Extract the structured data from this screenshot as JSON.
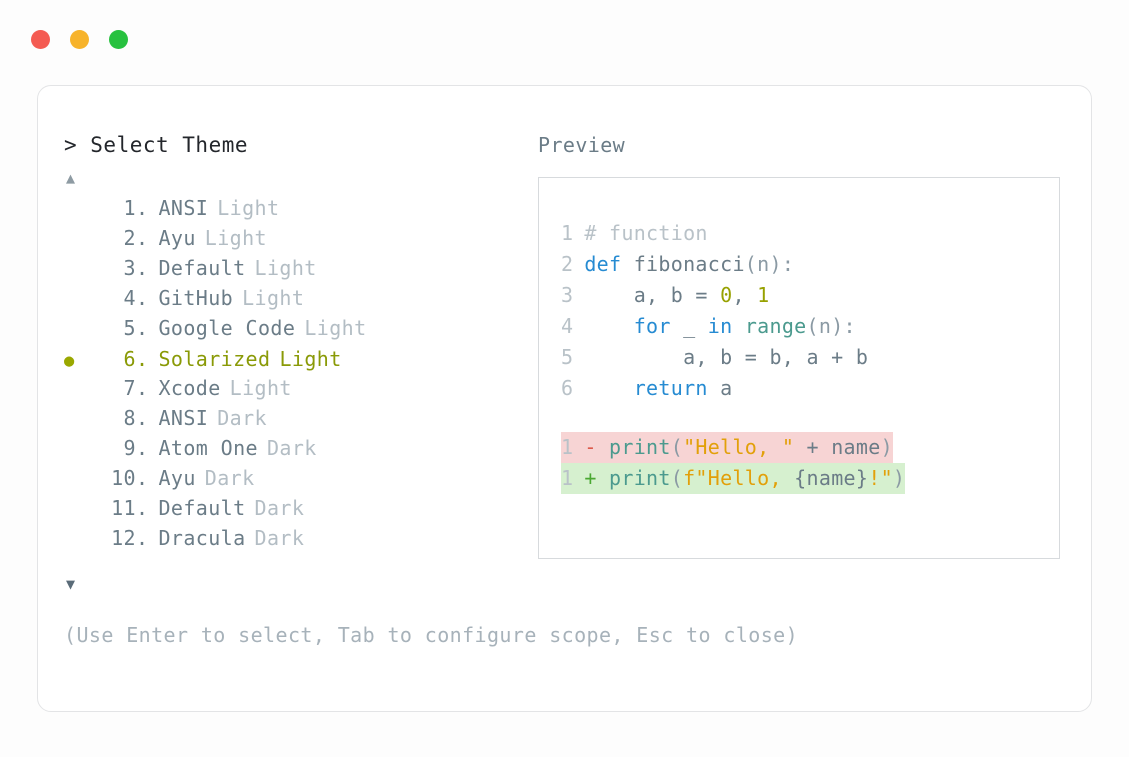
{
  "window": {
    "dots": [
      {
        "name": "close-dot",
        "color": "#f45b52"
      },
      {
        "name": "minimize-dot",
        "color": "#f7b32b"
      },
      {
        "name": "maximize-dot",
        "color": "#27c13f"
      }
    ]
  },
  "left": {
    "prompt": "> Select Theme",
    "scroll_up": "▲",
    "scroll_down": "▼",
    "selected_index": 6,
    "bullet": "●",
    "themes": [
      {
        "num": "1",
        "name": "ANSI",
        "variant": "Light",
        "selected": false
      },
      {
        "num": "2",
        "name": "Ayu",
        "variant": "Light",
        "selected": false
      },
      {
        "num": "3",
        "name": "Default",
        "variant": "Light",
        "selected": false
      },
      {
        "num": "4",
        "name": "GitHub",
        "variant": "Light",
        "selected": false
      },
      {
        "num": "5",
        "name": "Google Code",
        "variant": "Light",
        "selected": false
      },
      {
        "num": "6",
        "name": "Solarized",
        "variant": "Light",
        "selected": true
      },
      {
        "num": "7",
        "name": "Xcode",
        "variant": "Light",
        "selected": false
      },
      {
        "num": "8",
        "name": "ANSI",
        "variant": "Dark",
        "selected": false
      },
      {
        "num": "9",
        "name": "Atom One",
        "variant": "Dark",
        "selected": false
      },
      {
        "num": "10",
        "name": "Ayu",
        "variant": "Dark",
        "selected": false
      },
      {
        "num": "11",
        "name": "Default",
        "variant": "Dark",
        "selected": false
      },
      {
        "num": "12",
        "name": "Dracula",
        "variant": "Dark",
        "selected": false
      }
    ]
  },
  "right": {
    "label": "Preview",
    "code_lines": [
      {
        "ln": "1",
        "tokens": [
          {
            "t": "# function",
            "c": "comment"
          }
        ]
      },
      {
        "ln": "2",
        "tokens": [
          {
            "t": "def",
            "c": "keyword"
          },
          {
            "t": " fibonacci",
            "c": "plain"
          },
          {
            "t": "(n):",
            "c": "punct"
          }
        ]
      },
      {
        "ln": "3",
        "tokens": [
          {
            "t": "    a, b = ",
            "c": "plain"
          },
          {
            "t": "0",
            "c": "num"
          },
          {
            "t": ", ",
            "c": "plain"
          },
          {
            "t": "1",
            "c": "num"
          }
        ]
      },
      {
        "ln": "4",
        "tokens": [
          {
            "t": "    ",
            "c": "plain"
          },
          {
            "t": "for",
            "c": "keyword"
          },
          {
            "t": " _ ",
            "c": "plain"
          },
          {
            "t": "in",
            "c": "keyword"
          },
          {
            "t": " ",
            "c": "plain"
          },
          {
            "t": "range",
            "c": "fn"
          },
          {
            "t": "(n):",
            "c": "punct"
          }
        ]
      },
      {
        "ln": "5",
        "tokens": [
          {
            "t": "        a, b = b, a + b",
            "c": "plain"
          }
        ]
      },
      {
        "ln": "6",
        "tokens": [
          {
            "t": "    ",
            "c": "plain"
          },
          {
            "t": "return",
            "c": "keyword"
          },
          {
            "t": " a",
            "c": "plain"
          }
        ]
      }
    ],
    "diff_lines": [
      {
        "ln": "1",
        "marker": "-",
        "kind": "del",
        "tokens": [
          {
            "t": "print",
            "c": "fn"
          },
          {
            "t": "(",
            "c": "punct"
          },
          {
            "t": "\"Hello, \"",
            "c": "str"
          },
          {
            "t": " + ",
            "c": "plain"
          },
          {
            "t": "name",
            "c": "plain"
          },
          {
            "t": ")",
            "c": "punct"
          }
        ]
      },
      {
        "ln": "1",
        "marker": "+",
        "kind": "add",
        "tokens": [
          {
            "t": "print",
            "c": "fn"
          },
          {
            "t": "(",
            "c": "punct"
          },
          {
            "t": "f\"Hello, ",
            "c": "str"
          },
          {
            "t": "{name}",
            "c": "plain"
          },
          {
            "t": "!",
            "c": "str"
          },
          {
            "t": "\"",
            "c": "str"
          },
          {
            "t": ")",
            "c": "punct"
          }
        ]
      }
    ]
  },
  "footer": {
    "hint": "(Use Enter to select, Tab to configure scope, Esc to close)"
  },
  "colors": {
    "accent_selected": "#8a9a07",
    "diff_del_bg": "#f7d4d4",
    "diff_add_bg": "#d6f0cf",
    "keyword": "#268bd2",
    "string": "#e2a00a"
  }
}
